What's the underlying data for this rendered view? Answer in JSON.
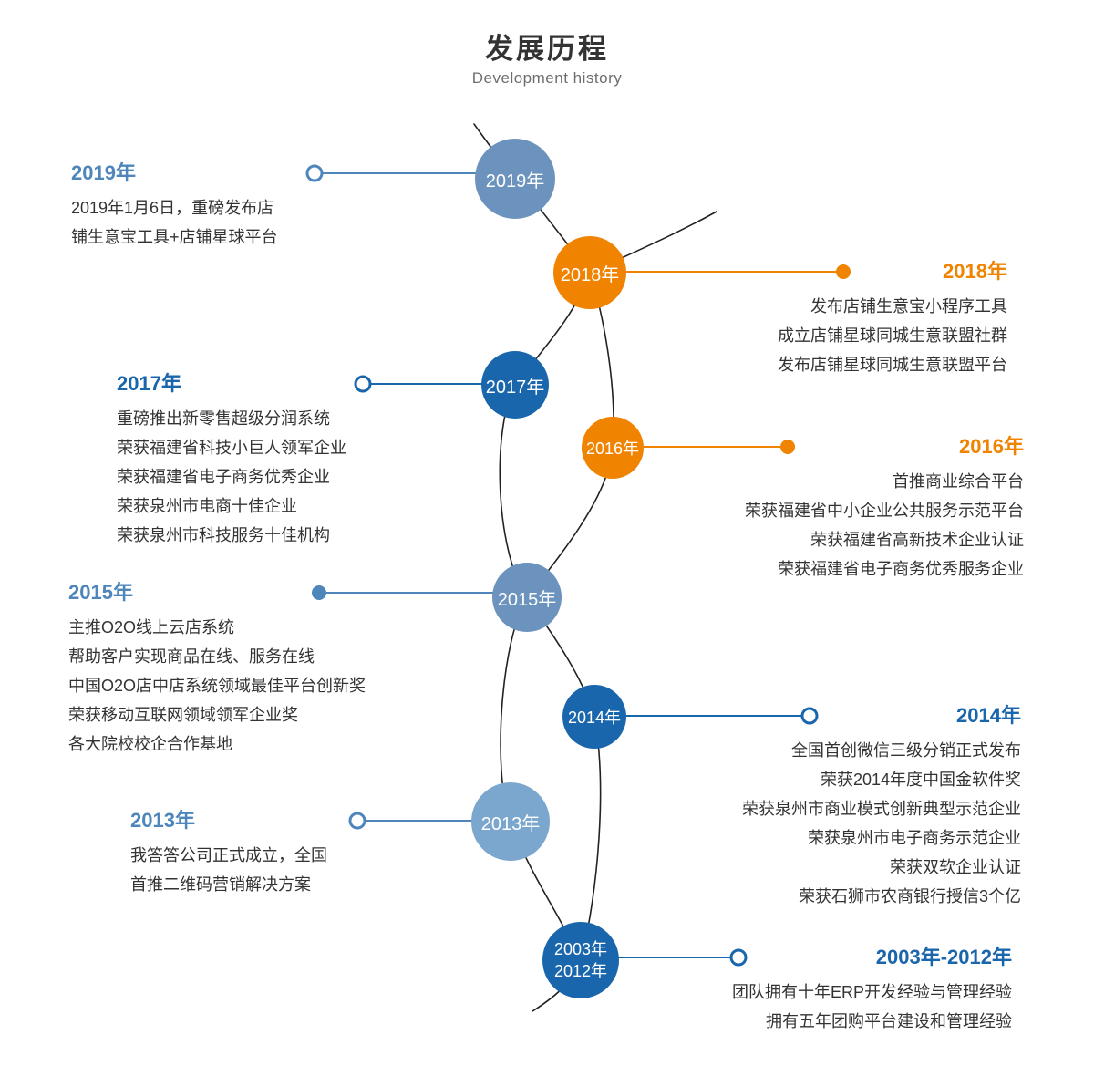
{
  "header": {
    "title": "发展历程",
    "subtitle": "Development history"
  },
  "colors": {
    "heading_blue": "#4E86BC",
    "steel_blue": "#6B93BD",
    "light_blue": "#7BA6CD",
    "dark_blue": "#1A66AC",
    "orange": "#F08300",
    "text": "#333333",
    "curve": "#222222"
  },
  "milestones": [
    {
      "year": "2019年",
      "circle": "2019年",
      "side": "left",
      "items": [
        "2019年1月6日，重磅发布店",
        "铺生意宝工具+店铺星球平台"
      ]
    },
    {
      "year": "2018年",
      "circle": "2018年",
      "side": "right",
      "items": [
        "发布店铺生意宝小程序工具",
        "成立店铺星球同城生意联盟社群",
        "发布店铺星球同城生意联盟平台"
      ]
    },
    {
      "year": "2017年",
      "circle": "2017年",
      "side": "left",
      "items": [
        "重磅推出新零售超级分润系统",
        "荣获福建省科技小巨人领军企业",
        "荣获福建省电子商务优秀企业",
        "荣获泉州市电商十佳企业",
        "荣获泉州市科技服务十佳机构"
      ]
    },
    {
      "year": "2016年",
      "circle": "2016年",
      "side": "right",
      "items": [
        "首推商业综合平台",
        "荣获福建省中小企业公共服务示范平台",
        "荣获福建省高新技术企业认证",
        "荣获福建省电子商务优秀服务企业"
      ]
    },
    {
      "year": "2015年",
      "circle": "2015年",
      "side": "left",
      "items": [
        "主推O2O线上云店系统",
        "帮助客户实现商品在线、服务在线",
        "中国O2O店中店系统领域最佳平台创新奖",
        "荣获移动互联网领域领军企业奖",
        "各大院校校企合作基地"
      ]
    },
    {
      "year": "2014年",
      "circle": "2014年",
      "side": "right",
      "items": [
        "全国首创微信三级分销正式发布",
        "荣获2014年度中国金软件奖",
        "荣获泉州市商业模式创新典型示范企业",
        "荣获泉州市电子商务示范企业",
        "荣获双软企业认证",
        "荣获石狮市农商银行授信3个亿"
      ]
    },
    {
      "year": "2013年",
      "circle": "2013年",
      "side": "left",
      "items": [
        "我答答公司正式成立，全国",
        "首推二维码营销解决方案"
      ]
    },
    {
      "year": "2003年-2012年",
      "circle_line1": "2003年",
      "circle_line2": "2012年",
      "side": "right",
      "items": [
        "团队拥有十年ERP开发经验与管理经验",
        "拥有五年团购平台建设和管理经验"
      ]
    }
  ]
}
